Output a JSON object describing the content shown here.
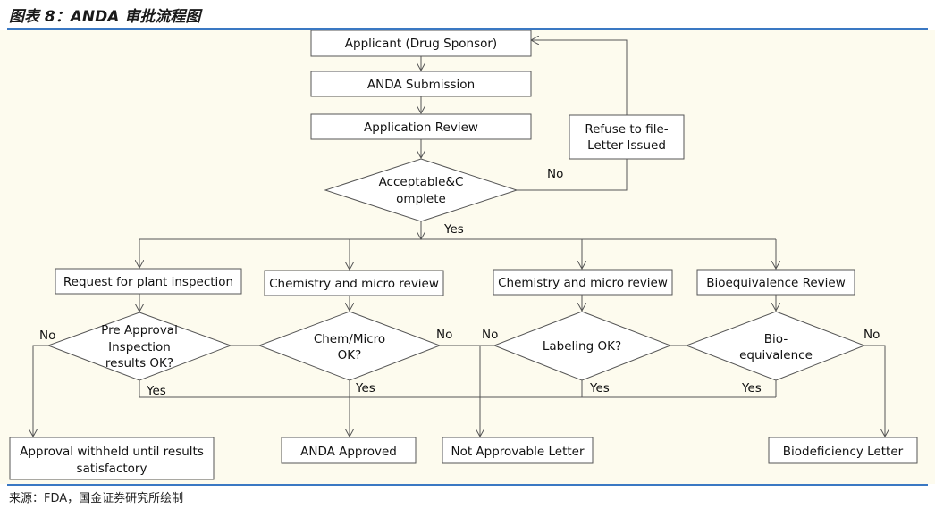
{
  "header": {
    "title": "图表 8：ANDA 审批流程图"
  },
  "footer": {
    "source": "来源：FDA，国金证券研究所绘制"
  },
  "nodes": {
    "applicant": "Applicant (Drug Sponsor)",
    "submission": "ANDA Submission",
    "review": "Application Review",
    "acceptable_1": "Acceptable&C",
    "acceptable_2": "omplete",
    "refuse_1": "Refuse to file-",
    "refuse_2": "Letter Issued",
    "plant": "Request for plant inspection",
    "chem1": "Chemistry and micro review",
    "chem2": "Chemistry and micro review",
    "bioeq": "Bioequivalence Review",
    "pre_1": "Pre Approval",
    "pre_2": "Inspection",
    "pre_3": "results OK?",
    "chemok_1": "Chem/Micro",
    "chemok_2": "OK?",
    "label_ok": "Labeling OK?",
    "bio_1": "Bio-",
    "bio_2": "equivalence",
    "withheld_1": "Approval withheld until results",
    "withheld_2": "satisfactory",
    "approved": "ANDA Approved",
    "not_approvable": "Not Approvable Letter",
    "biodef": "Biodeficiency Letter"
  },
  "edge_labels": {
    "no_refuse": "No",
    "yes_main": "Yes",
    "no_pre": "No",
    "yes_pre": "Yes",
    "yes_chem": "Yes",
    "no_chem": "No",
    "no_label": "No",
    "yes_label": "Yes",
    "yes_bio": "Yes",
    "no_bio": "No"
  }
}
